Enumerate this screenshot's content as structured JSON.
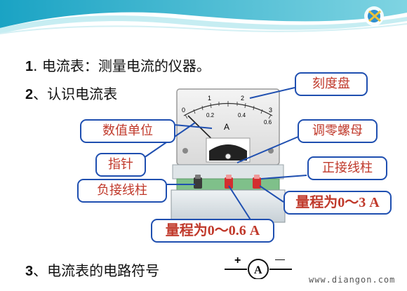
{
  "banner": {
    "logo_icon": "diangon-logo-icon",
    "color": "#33b5c9"
  },
  "headings": {
    "h1_num": "1",
    "h1_text": ". 电流表：测量电流的仪器。",
    "h2_num": "2",
    "h2_text": "、认识电流表",
    "h3_num": "3",
    "h3_text": "、电流表的电路符号"
  },
  "callouts": {
    "dial": "刻度盘",
    "unit": "数值单位",
    "zero_knob": "调零螺母",
    "pointer": "指针",
    "positive_post": "正接线柱",
    "negative_post": "负接线柱",
    "range_3a": "量程为0～3 A",
    "range_06a": "量程为0～0.6 A"
  },
  "meter": {
    "scale_top": [
      "0",
      "1",
      "2",
      "3"
    ],
    "scale_bottom": [
      "0.2",
      "0.4",
      "0.6"
    ],
    "unit_letter": "A"
  },
  "symbol": {
    "plus": "+",
    "minus": "—",
    "letter": "A"
  },
  "watermark": "www.diangon.com",
  "colors": {
    "callout_border": "#1f4fb0",
    "callout_text": "#c0392b",
    "base_green": "#7fc08a"
  }
}
